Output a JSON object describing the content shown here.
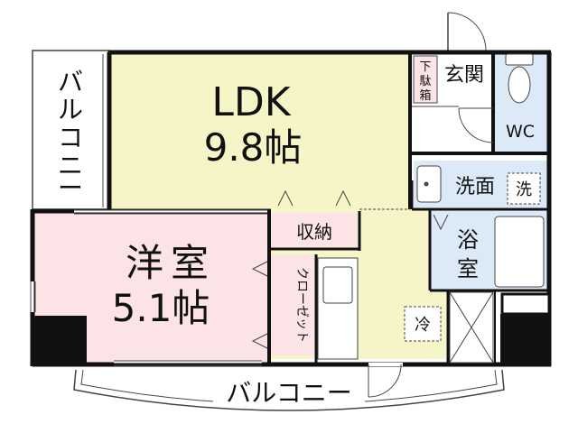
{
  "rooms": {
    "ldk": {
      "name": "LDK",
      "size": "9.8帖",
      "color": "#f5f5c8"
    },
    "western_room": {
      "name_top": "洋",
      "name_bottom": "室",
      "size": "5.1帖",
      "color": "#fbe3e6"
    },
    "entrance": {
      "label": "玄関"
    },
    "shoe_box": {
      "chars": [
        "下",
        "駄",
        "箱"
      ]
    },
    "toilet": {
      "label": "WC",
      "color": "#dce9f6"
    },
    "washroom": {
      "label": "洗面",
      "color": "#dce9f6"
    },
    "bathroom": {
      "top": "浴",
      "bottom": "室",
      "color": "#dce9f6"
    },
    "kitchen": {
      "color": "#f5f5c8"
    },
    "storage": {
      "label": "収納",
      "color": "#fbe3e6"
    },
    "closet": {
      "label": "クローゼット",
      "color": "#fbe3e6"
    }
  },
  "fixtures": {
    "washer_mark": "洗",
    "fridge_mark": "冷"
  },
  "balconies": {
    "west": {
      "chars": [
        "バ",
        "ル",
        "コ",
        "ニ",
        "ー"
      ]
    },
    "south": {
      "label": "バルコニー"
    }
  },
  "colors": {
    "wall": "#111111",
    "thin_line": "#444444",
    "pink": "#fbe3e6",
    "yellow": "#f5f5c8",
    "blue": "#dce9f6"
  }
}
